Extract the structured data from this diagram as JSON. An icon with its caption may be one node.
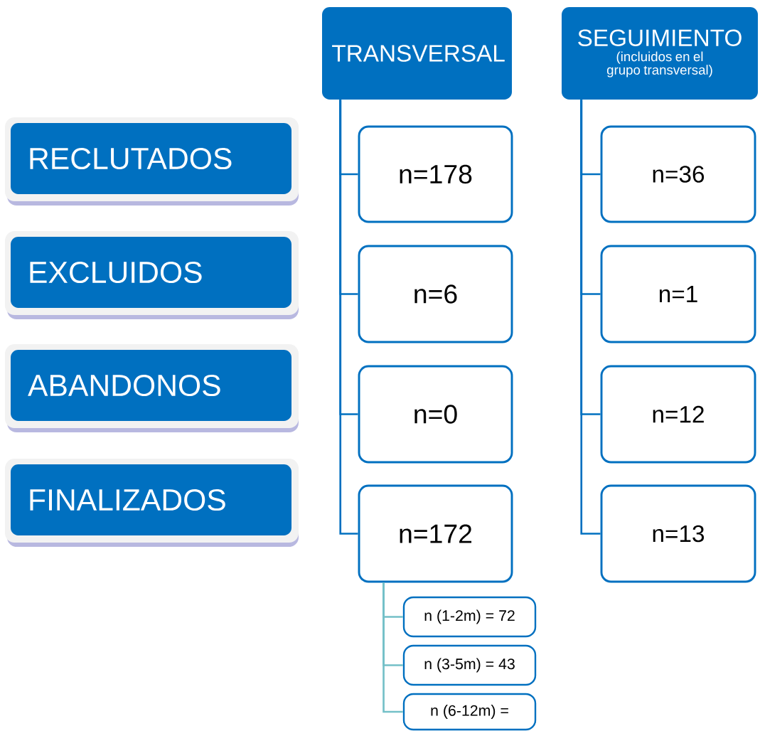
{
  "diagram": {
    "nodes": [
      {
        "text": [
          "RECLUTADOS"
        ]
      },
      {
        "text": [
          "EXCLUIDOS"
        ]
      },
      {
        "text": [
          "ABANDONOS"
        ]
      },
      {
        "text": [
          "FINALIZADOS"
        ]
      },
      {
        "text": [
          "TRANSVERSAL"
        ]
      },
      {
        "text": [
          "n=178"
        ]
      },
      {
        "text": [
          "n=6"
        ]
      },
      {
        "text": [
          "n=0"
        ]
      },
      {
        "text": [
          "n=172"
        ]
      },
      {
        "text": [
          "n (1-2m) = 72"
        ]
      },
      {
        "text": [
          "n (3-5m) = 43"
        ]
      },
      {
        "text": [
          "n (6-12m) ="
        ]
      },
      {
        "text": [
          "SEGUIMIENTO",
          "(incluidos en el grupo transversal)"
        ]
      },
      {
        "text": [
          "n=36"
        ]
      },
      {
        "text": [
          "n=1"
        ]
      },
      {
        "text": [
          "n=12"
        ]
      },
      {
        "text": [
          "n=13"
        ]
      }
    ],
    "edges": [
      {
        "from": 4,
        "to": 5,
        "arrow": "none"
      },
      {
        "from": 4,
        "to": 6,
        "arrow": "none"
      },
      {
        "from": 4,
        "to": 7,
        "arrow": "none"
      },
      {
        "from": 4,
        "to": 8,
        "arrow": "none"
      },
      {
        "from": 8,
        "to": 9,
        "arrow": "none",
        "color": "#74c0c8"
      },
      {
        "from": 8,
        "to": 10,
        "arrow": "none",
        "color": "#74c0c8"
      },
      {
        "from": 8,
        "to": 11,
        "arrow": "none",
        "color": "#74c0c8"
      },
      {
        "from": 12,
        "to": 13,
        "arrow": "none"
      },
      {
        "from": 12,
        "to": 14,
        "arrow": "none"
      },
      {
        "from": 12,
        "to": 15,
        "arrow": "none"
      },
      {
        "from": 12,
        "to": 16,
        "arrow": "none"
      }
    ]
  }
}
